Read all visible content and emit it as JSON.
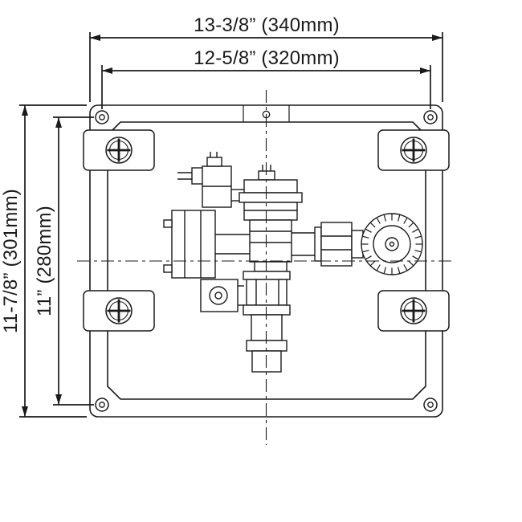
{
  "diagram": {
    "background_color": "#ffffff",
    "line_color": "#1a1a1a",
    "dimensions": {
      "top_outer": "13-3/8” (340mm)",
      "top_inner": "12-5/8” (320mm)",
      "left_outer": "11-7/8” (301mm)",
      "left_inner": "11” (280mm)"
    }
  }
}
